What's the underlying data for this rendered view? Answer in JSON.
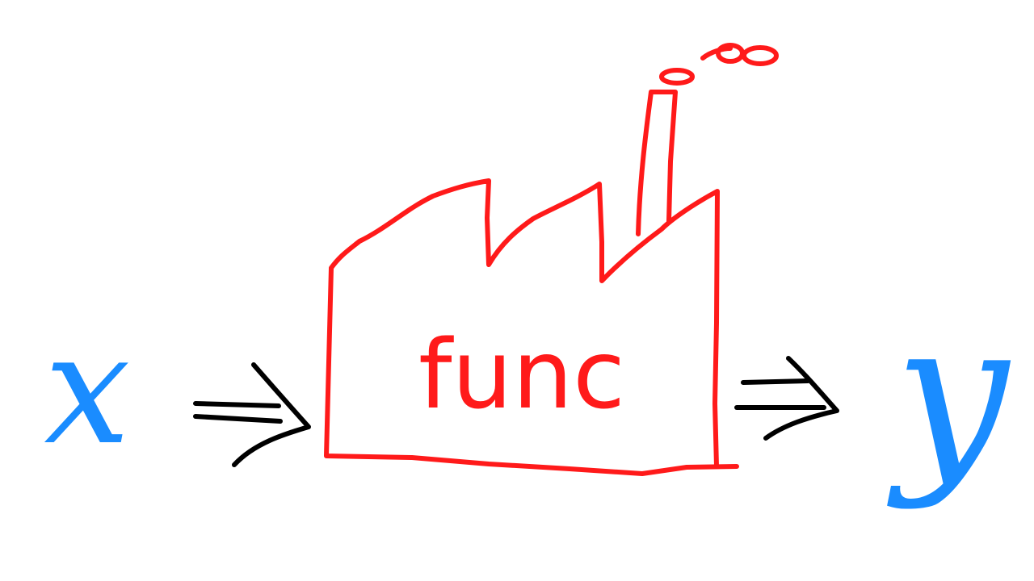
{
  "diagram": {
    "input_label": "x",
    "function_label": "func",
    "output_label": "y",
    "colors": {
      "input": "#1a8cff",
      "function": "#ff1a1a",
      "arrow": "#000000",
      "output": "#1a8cff",
      "background": "#ffffff"
    },
    "icons": {
      "function_shape": "factory-icon",
      "smoke": "smoke-puffs-icon",
      "arrows": "double-arrow-icon"
    }
  }
}
